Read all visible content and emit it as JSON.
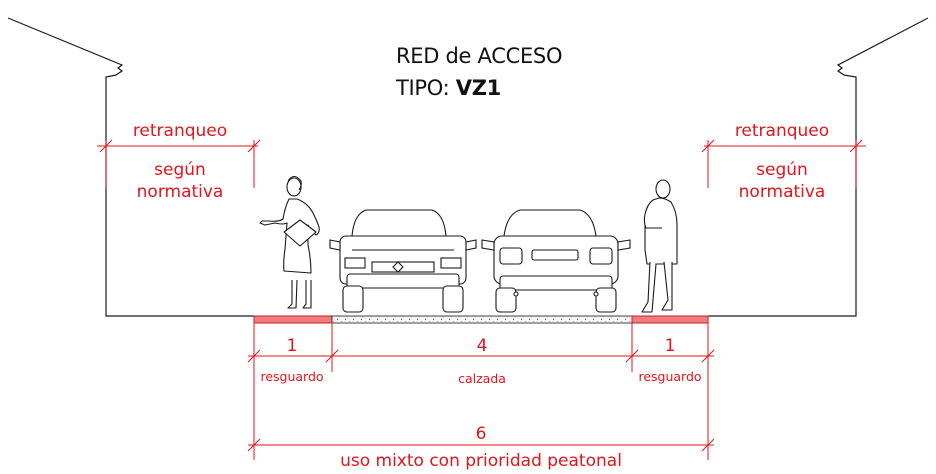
{
  "title": {
    "line1": "RED de ACCESO",
    "line2_prefix": "TIPO: ",
    "line2_code": "VZ1"
  },
  "setback_left": {
    "label": "retranqueo",
    "note_line1": "según",
    "note_line2": "normativa"
  },
  "setback_right": {
    "label": "retranqueo",
    "note_line1": "según",
    "note_line2": "normativa"
  },
  "dimensions": {
    "left_buffer": {
      "value": "1",
      "label": "resguardo"
    },
    "carriageway": {
      "value": "4",
      "label": "calzada"
    },
    "right_buffer": {
      "value": "1",
      "label": "resguardo"
    },
    "total": {
      "value": "6",
      "label": "uso mixto con prioridad peatonal"
    }
  },
  "colors": {
    "dimension": "#e3141b",
    "buffer_fill": "#f07c80",
    "line": "#1a1a1a"
  }
}
